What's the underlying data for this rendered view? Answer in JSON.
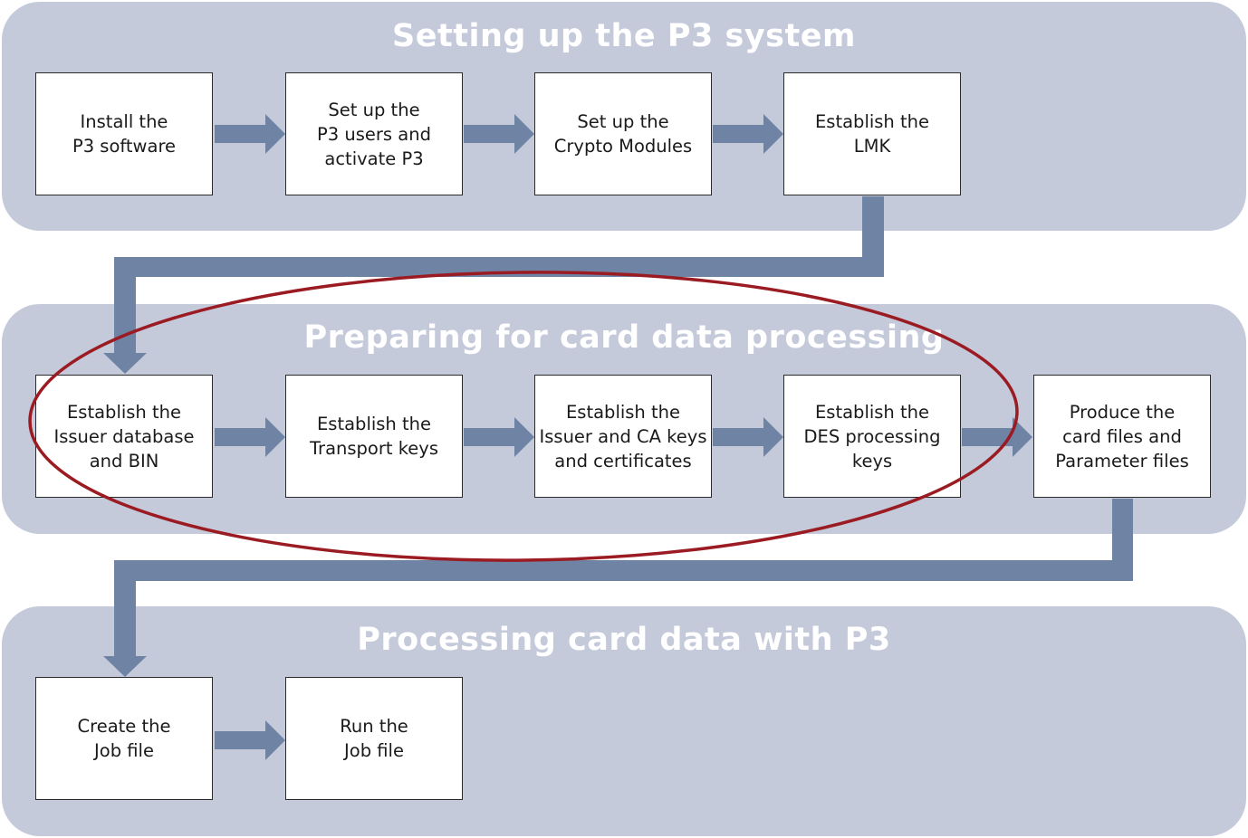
{
  "sections": [
    {
      "title": "Setting up the P3 system"
    },
    {
      "title": "Preparing for card data processing"
    },
    {
      "title": "Processing card data with P3"
    }
  ],
  "steps": {
    "install": "Install the\nP3 software",
    "users": "Set up the\nP3 users and\nactivate P3",
    "crypto": "Set up the\nCrypto Modules",
    "lmk": "Establish the\nLMK",
    "issuer_db": "Establish the\nIssuer database\nand BIN",
    "transport": "Establish the\nTransport keys",
    "issuer_ca": "Establish the\nIssuer and CA keys\nand certificates",
    "des": "Establish the\nDES processing\nkeys",
    "produce": "Produce the\ncard files and\nParameter files",
    "create_job": "Create the\nJob file",
    "run_job": "Run the\nJob file"
  },
  "colors": {
    "band": "#c5cadb",
    "arrow": "#6f83a5",
    "highlight_ellipse": "#9b1b22",
    "box_border": "#2a2a2a"
  }
}
